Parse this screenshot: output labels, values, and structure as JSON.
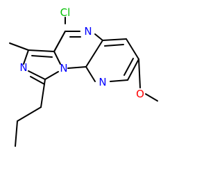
{
  "structure": {
    "atom_labels": [
      {
        "id": "cl",
        "text": "Cl",
        "element": "Cl"
      },
      {
        "id": "n-top",
        "text": "N",
        "element": "N"
      },
      {
        "id": "n-bridge",
        "text": "N",
        "element": "N"
      },
      {
        "id": "n-imidazole",
        "text": "N",
        "element": "N"
      },
      {
        "id": "n-pyridine",
        "text": "N",
        "element": "N"
      },
      {
        "id": "o-methoxy",
        "text": "O",
        "element": "O"
      }
    ],
    "colors": {
      "bond": "#000000",
      "carbon": "#000000",
      "nitrogen": "#0000ff",
      "oxygen": "#ff0000",
      "chlorine": "#00c000"
    }
  }
}
